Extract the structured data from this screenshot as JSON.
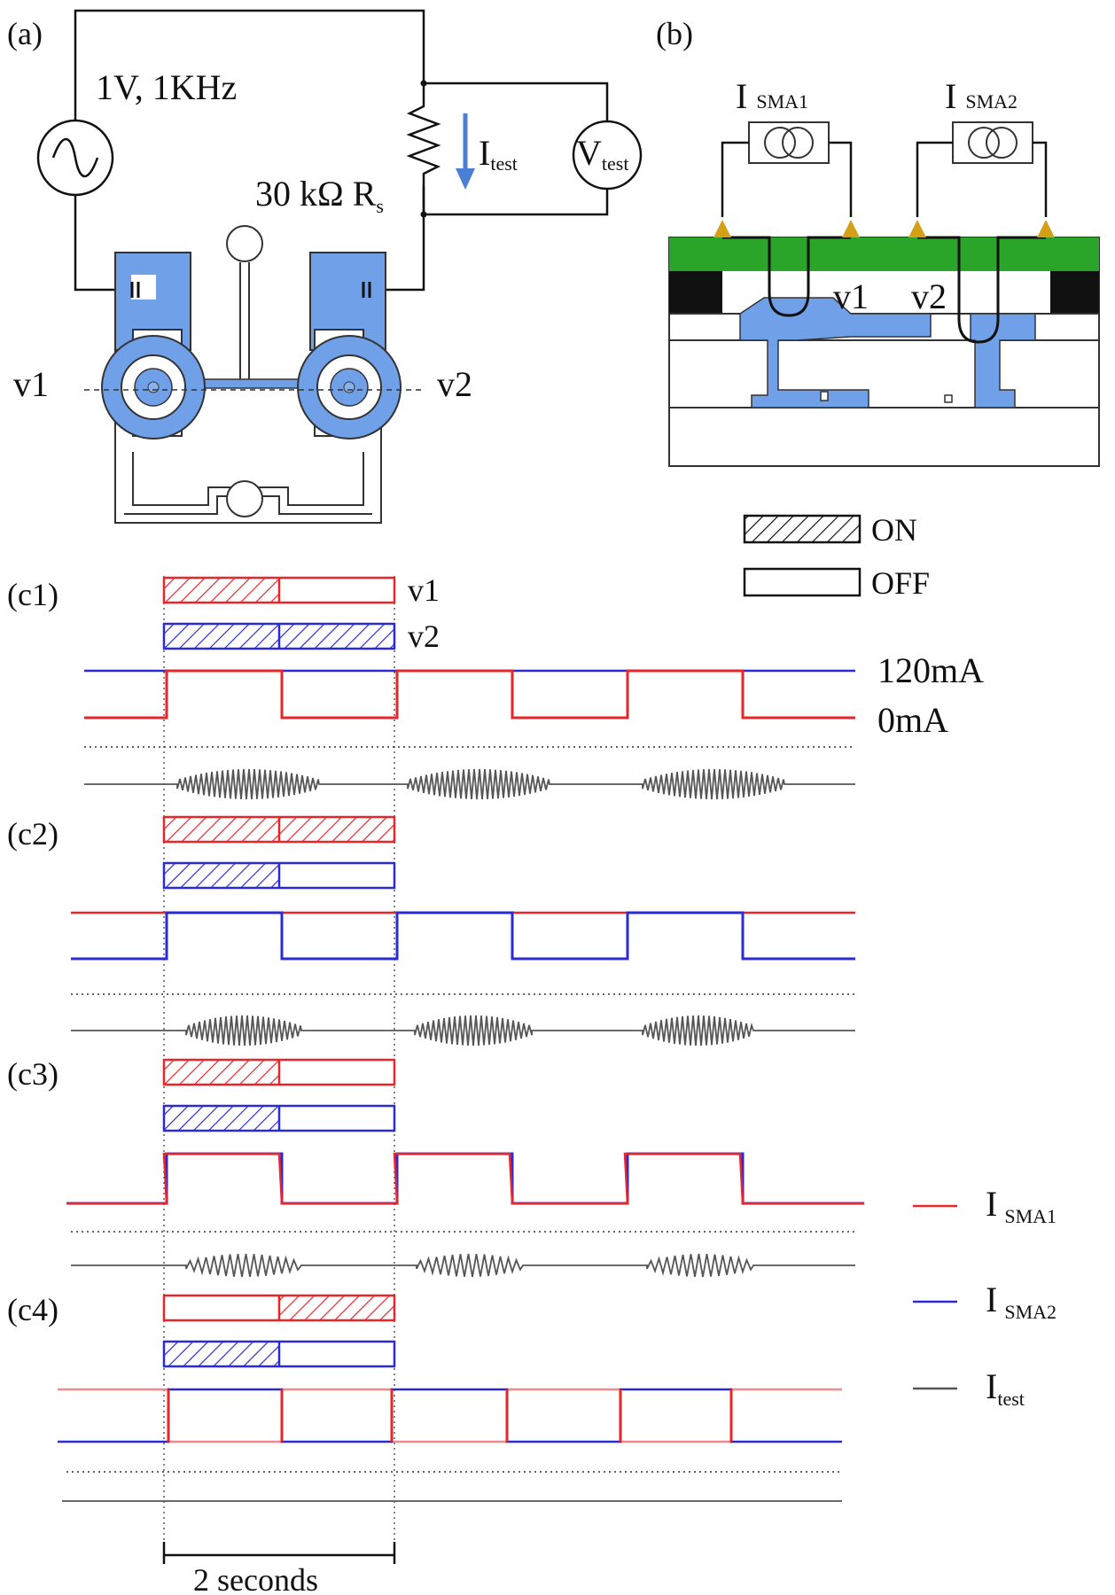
{
  "panels": {
    "a": "(a)",
    "b": "(b)",
    "c1": "(c1)",
    "c2": "(c2)",
    "c3": "(c3)",
    "c4": "(c4)"
  },
  "circuit": {
    "source": "1V, 1KHz",
    "resistor_main": "30 kΩ R",
    "resistor_sub": "s",
    "current_main": "I",
    "current_sub": "test",
    "voltmeter_main": "V",
    "voltmeter_sub": "test",
    "valve_left": "v1",
    "valve_right": "v2"
  },
  "cross_section": {
    "source1_main": "I",
    "source1_sub": "SMA1",
    "source2_main": "I",
    "source2_sub": "SMA2",
    "valve_left": "v1",
    "valve_right": "v2"
  },
  "state_legend": {
    "on": "ON",
    "off": "OFF"
  },
  "traces": {
    "v1_label": "v1",
    "v2_label": "v2",
    "high_level": "120mA",
    "low_level": "0mA",
    "time_scale": "2 seconds"
  },
  "series_legend": {
    "sma1_main": "I",
    "sma1_sub": "SMA1",
    "sma2_main": "I",
    "sma2_sub": "SMA2",
    "test_main": "I",
    "test_sub": "test"
  },
  "colors": {
    "sma1": "#e8262a",
    "sma2": "#2b2bd6",
    "test": "#555555",
    "device_blue": "#6fa0e8",
    "board_green": "#2aa52a",
    "contact_gold": "#d4a017",
    "flow_arrow": "#4a7fd4"
  },
  "schedule": [
    {
      "panel": "c1",
      "v1": [
        "on",
        "off"
      ],
      "v2": [
        "on",
        "on"
      ]
    },
    {
      "panel": "c2",
      "v1": [
        "on",
        "on"
      ],
      "v2": [
        "on",
        "off"
      ]
    },
    {
      "panel": "c3",
      "v1": [
        "on",
        "off"
      ],
      "v2": [
        "on",
        "off"
      ]
    },
    {
      "panel": "c4",
      "v1": [
        "off",
        "on"
      ],
      "v2": [
        "on",
        "off"
      ]
    }
  ]
}
